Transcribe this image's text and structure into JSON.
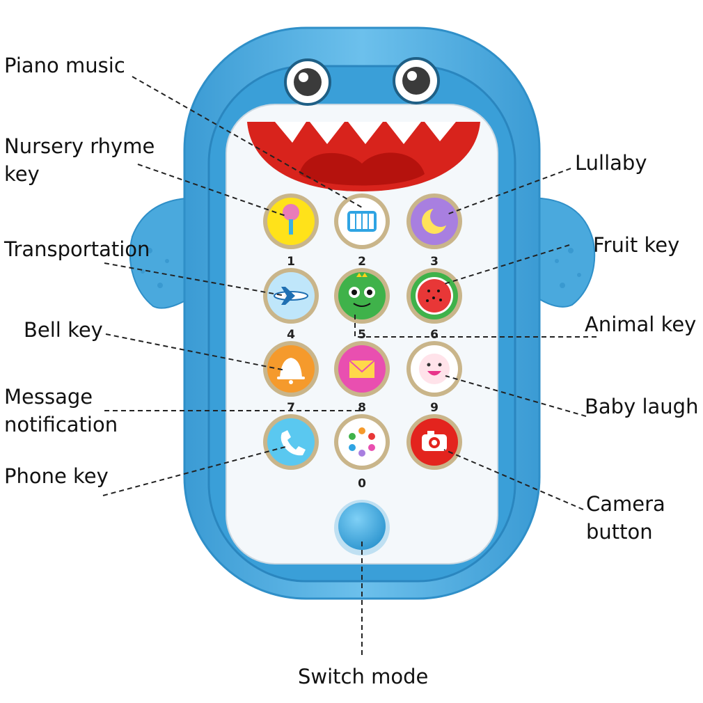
{
  "labels": {
    "piano": "Piano music",
    "nursery_line1": "Nursery rhyme",
    "nursery_line2": "key",
    "transportation": "Transportation",
    "bell": "Bell key",
    "message_line1": "Message",
    "message_line2": "notification",
    "phone": "Phone key",
    "lullaby": "Lullaby",
    "fruit": "Fruit key",
    "animal": "Animal key",
    "baby_laugh": "Baby laugh",
    "camera_line1": "Camera",
    "camera_line2": "button",
    "switch_mode": "Switch mode"
  },
  "keypad": {
    "numbers": [
      "1",
      "2",
      "3",
      "4",
      "5",
      "6",
      "7",
      "8",
      "9",
      "0"
    ]
  },
  "colors": {
    "shell": "#4aa9dd",
    "shell_dark": "#2f8fc8",
    "face": "#f4f8fb",
    "mouth": "#d8231c",
    "tongue": "#c0140f",
    "button_ring": "#c9b58a"
  },
  "icons": {
    "k1": "rattle-icon",
    "k2": "piano-icon",
    "k3": "moon-icon",
    "k4": "airplane-icon",
    "k5": "frog-icon",
    "k6": "watermelon-icon",
    "k7": "bell-icon",
    "k8": "envelope-icon",
    "k9": "baby-face-icon",
    "k0": "dots-icon",
    "kphone": "phone-icon",
    "kcamera": "camera-icon"
  }
}
